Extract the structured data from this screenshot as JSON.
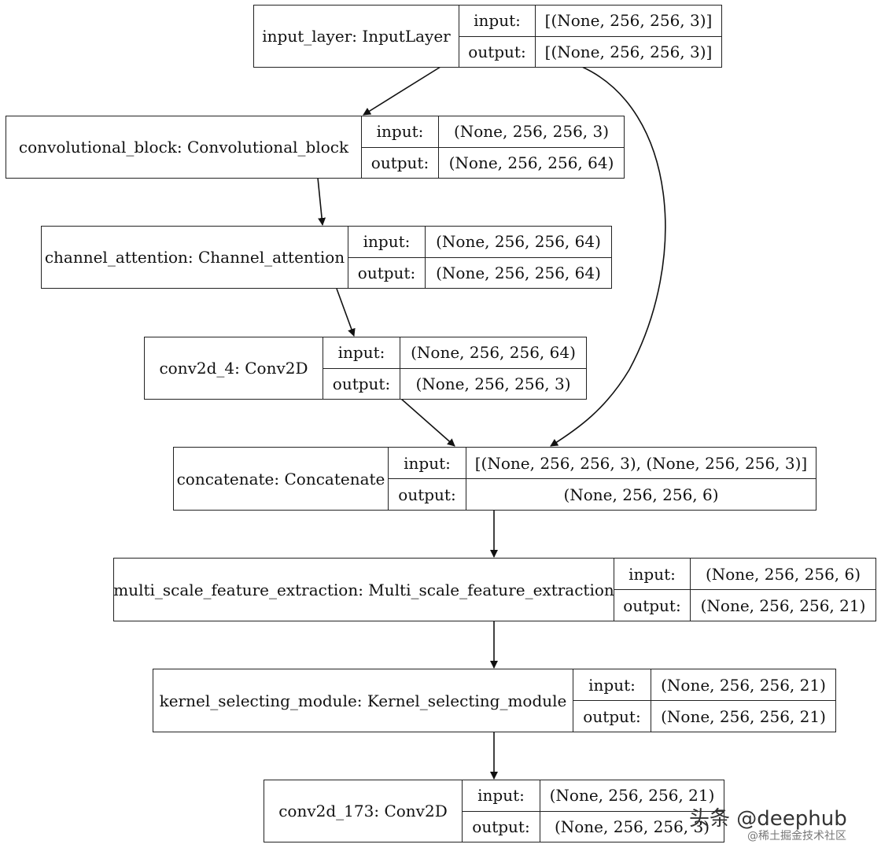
{
  "nodes": [
    {
      "id": "input_layer",
      "name": "input_layer: InputLayer",
      "input": "[(None, 256, 256, 3)]",
      "output": "[(None, 256, 256, 3)]"
    },
    {
      "id": "convolutional_block",
      "name": "convolutional_block: Convolutional_block",
      "input": "(None, 256, 256, 3)",
      "output": "(None, 256, 256, 64)"
    },
    {
      "id": "channel_attention",
      "name": "channel_attention: Channel_attention",
      "input": "(None, 256, 256, 64)",
      "output": "(None, 256, 256, 64)"
    },
    {
      "id": "conv2d_4",
      "name": "conv2d_4: Conv2D",
      "input": "(None, 256, 256, 64)",
      "output": "(None, 256, 256, 3)"
    },
    {
      "id": "concatenate",
      "name": "concatenate: Concatenate",
      "input": "[(None, 256, 256, 3), (None, 256, 256, 3)]",
      "output": "(None, 256, 256, 6)"
    },
    {
      "id": "multi_scale_feature_extraction",
      "name": "multi_scale_feature_extraction: Multi_scale_feature_extraction",
      "input": "(None, 256, 256, 6)",
      "output": "(None, 256, 256, 21)"
    },
    {
      "id": "kernel_selecting_module",
      "name": "kernel_selecting_module: Kernel_selecting_module",
      "input": "(None, 256, 256, 21)",
      "output": "(None, 256, 256, 21)"
    },
    {
      "id": "conv2d_173",
      "name": "conv2d_173: Conv2D",
      "input": "(None, 256, 256, 21)",
      "output": "(None, 256, 256, 3)"
    }
  ],
  "labels": {
    "input": "input:",
    "output": "output:"
  },
  "edges": [
    {
      "from": "input_layer",
      "to": "convolutional_block"
    },
    {
      "from": "input_layer",
      "to": "concatenate"
    },
    {
      "from": "convolutional_block",
      "to": "channel_attention"
    },
    {
      "from": "channel_attention",
      "to": "conv2d_4"
    },
    {
      "from": "conv2d_4",
      "to": "concatenate"
    },
    {
      "from": "concatenate",
      "to": "multi_scale_feature_extraction"
    },
    {
      "from": "multi_scale_feature_extraction",
      "to": "kernel_selecting_module"
    },
    {
      "from": "kernel_selecting_module",
      "to": "conv2d_173"
    }
  ],
  "watermark": {
    "main": "头条 @deephub",
    "sub": "@稀土掘金技术社区"
  }
}
